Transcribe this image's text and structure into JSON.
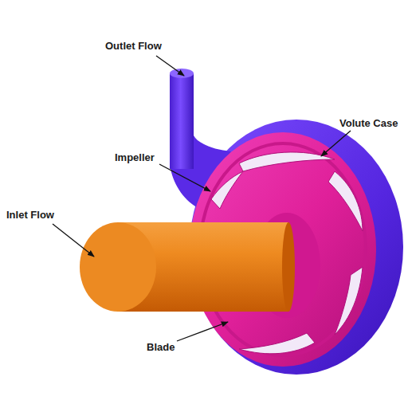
{
  "diagram": {
    "labels": [
      "Outlet Flow",
      "Volute Case",
      "Impeller",
      "Inlet Flow",
      "Blade"
    ]
  }
}
